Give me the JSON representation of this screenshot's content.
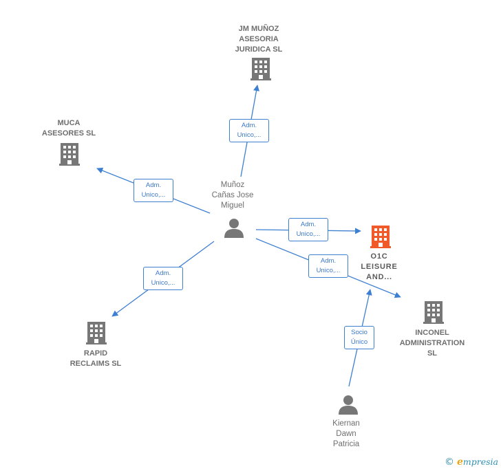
{
  "graph": {
    "colors": {
      "edge": "#3d7fd1",
      "company": "#777777",
      "main_company": "#f05a2b",
      "person": "#777777"
    },
    "nodes": {
      "jm": {
        "label": "JM MUÑOZ\nASESORIA\nJURIDICA  SL",
        "kind": "company",
        "icon": "building-icon"
      },
      "muca": {
        "label": "MUCA\nASESORES  SL",
        "kind": "company",
        "icon": "building-icon"
      },
      "munoz": {
        "label": "Muñoz\nCañas Jose\nMiguel",
        "kind": "person",
        "icon": "person-icon"
      },
      "o1c": {
        "label": "O1C\nLEISURE\nAND...",
        "kind": "main_company",
        "icon": "building-icon"
      },
      "inconel": {
        "label": "INCONEL\nADMINISTRATION\nSL",
        "kind": "company",
        "icon": "building-icon"
      },
      "rapid": {
        "label": "RAPID\nRECLAIMS SL",
        "kind": "company",
        "icon": "building-icon"
      },
      "kiernan": {
        "label": "Kiernan\nDawn\nPatricia",
        "kind": "person",
        "icon": "person-icon"
      }
    },
    "edges": [
      {
        "from": "munoz",
        "to": "jm",
        "label": "Adm.\nUnico,..."
      },
      {
        "from": "munoz",
        "to": "muca",
        "label": "Adm.\nUnico,..."
      },
      {
        "from": "munoz",
        "to": "o1c",
        "label": "Adm.\nUnico,..."
      },
      {
        "from": "munoz",
        "to": "inconel",
        "label": "Adm.\nUnico,..."
      },
      {
        "from": "munoz",
        "to": "rapid",
        "label": "Adm.\nUnico,..."
      },
      {
        "from": "kiernan",
        "to": "o1c",
        "label": "Socio\nÚnico"
      }
    ]
  },
  "brand": {
    "copyright": "©",
    "e_letter": "e",
    "name_rest": "mpresia"
  }
}
